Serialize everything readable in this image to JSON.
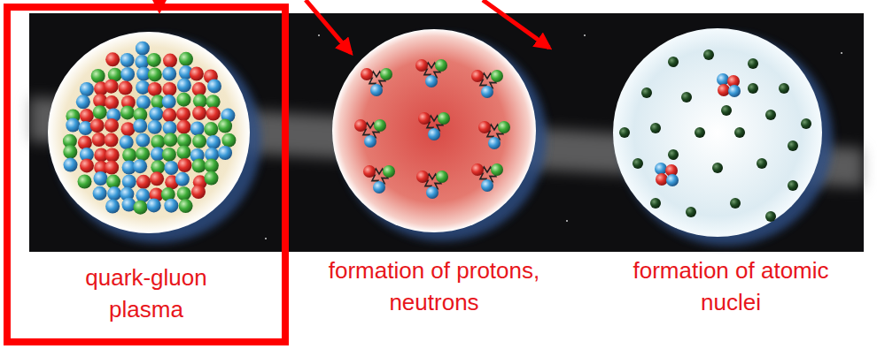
{
  "diagram": {
    "nodes": [
      {
        "text": [
          "quark-gluon plasma"
        ]
      }
    ],
    "labels": [
      "formation of protons, neutrons",
      "formation of atomic nuclei"
    ]
  }
}
